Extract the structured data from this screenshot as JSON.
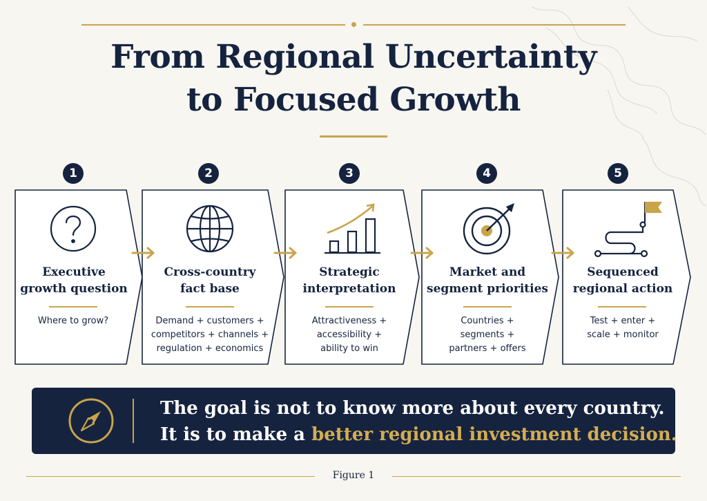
{
  "title": {
    "line1": "From Regional Uncertainty",
    "line2": "to Focused Growth"
  },
  "steps": [
    {
      "number": "1",
      "title_line1": "Executive",
      "title_line2": "growth question",
      "desc_line1": "Where to grow?",
      "desc_line2": "",
      "desc_line3": "",
      "icon": "question-mark-icon"
    },
    {
      "number": "2",
      "title_line1": "Cross-country",
      "title_line2": "fact base",
      "desc_line1": "Demand + customers +",
      "desc_line2": "competitors + channels +",
      "desc_line3": "regulation + economics",
      "icon": "globe-icon"
    },
    {
      "number": "3",
      "title_line1": "Strategic",
      "title_line2": "interpretation",
      "desc_line1": "Attractiveness +",
      "desc_line2": "accessibility +",
      "desc_line3": "ability to win",
      "icon": "growth-chart-icon"
    },
    {
      "number": "4",
      "title_line1": "Market and",
      "title_line2": "segment priorities",
      "desc_line1": "Countries +",
      "desc_line2": "segments +",
      "desc_line3": "partners + offers",
      "icon": "target-icon"
    },
    {
      "number": "5",
      "title_line1": "Sequenced",
      "title_line2": "regional action",
      "desc_line1": "Test + enter +",
      "desc_line2": "scale + monitor",
      "desc_line3": "",
      "icon": "route-flag-icon"
    }
  ],
  "banner": {
    "line1": "The goal is not to know more about every country.",
    "line2_prefix": "It is to make a ",
    "line2_highlight": "better regional investment decision.",
    "icon": "compass-icon"
  },
  "caption": "Figure 1",
  "colors": {
    "navy": "#15233f",
    "gold": "#c9a44a",
    "background": "#f7f6f1"
  }
}
